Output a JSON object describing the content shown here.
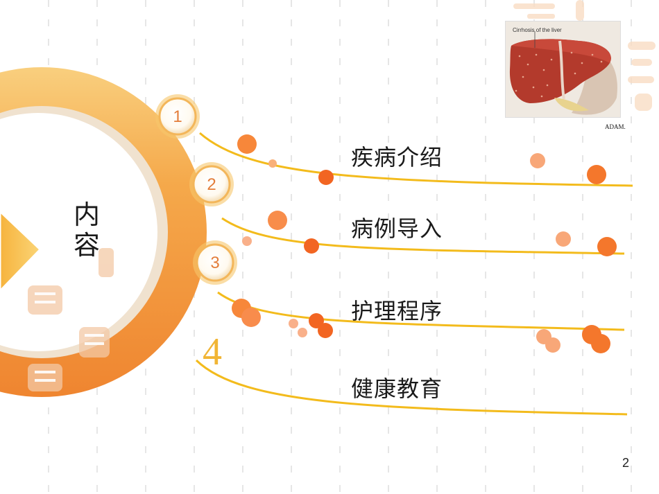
{
  "slide": {
    "title": "内容",
    "page_number": "2"
  },
  "items": [
    {
      "number": "1",
      "label": "疾病介绍"
    },
    {
      "number": "2",
      "label": "病例导入"
    },
    {
      "number": "3",
      "label": "护理程序"
    },
    {
      "number": "4",
      "label": "健康教育"
    }
  ],
  "image": {
    "caption": "Cirrhosis of the liver",
    "credit": "ADAM."
  },
  "colors": {
    "ring_orange": "#f0913a",
    "ring_light": "#f7c36a",
    "line_gold": "#f3bb1c",
    "dot_orange": "#f26522",
    "bg_dash": "#e4e4e4"
  }
}
